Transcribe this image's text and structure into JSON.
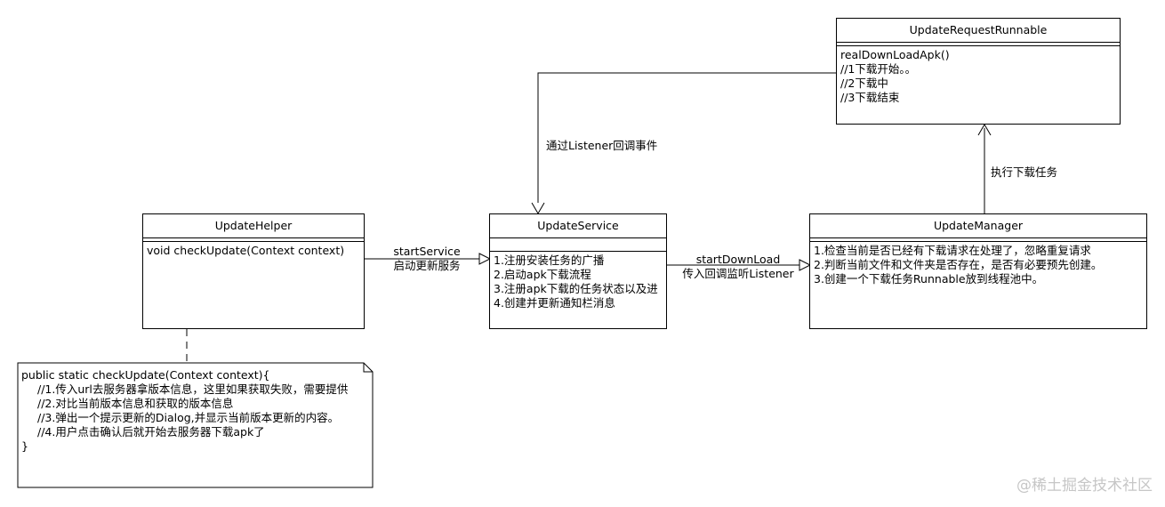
{
  "classes": {
    "update_helper": {
      "name": "UpdateHelper",
      "methods": [
        "void checkUpdate(Context context)"
      ]
    },
    "update_service": {
      "name": "UpdateService",
      "methods": [
        "1.注册安装任务的广播",
        "2.启动apk下载流程",
        "3.注册apk下载的任务状态以及进",
        "4.创建并更新通知栏消息"
      ]
    },
    "update_manager": {
      "name": "UpdateManager",
      "methods": [
        "1.检查当前是否已经有下载请求在处理了，忽略重复请求",
        "2.判断当前文件和文件夹是否存在，是否有必要预先创建。",
        "3.创建一个下载任务Runnable放到线程池中。"
      ]
    },
    "update_request_runnable": {
      "name": "UpdateRequestRunnable",
      "methods": [
        "realDownLoadApk()",
        "//1下载开始。。",
        "//2下载中",
        "//3下载结束"
      ]
    }
  },
  "edges": {
    "helper_to_service": {
      "label1": "startService",
      "label2": "启动更新服务"
    },
    "service_to_manager": {
      "label1": "startDownLoad",
      "label2": "传入回调监听Listener"
    },
    "manager_to_runnable": {
      "label": "执行下载任务"
    },
    "runnable_to_service": {
      "label": "通过Listener回调事件"
    }
  },
  "note": {
    "header": "public static checkUpdate(Context context){",
    "lines": [
      "//1.传入url去服务器拿版本信息，这里如果获取失败，需要提供",
      "//2.对比当前版本信息和获取的版本信息",
      "//3.弹出一个提示更新的Dialog,并显示当前版本更新的内容。",
      "//4.用户点击确认后就开始去服务器下载apk了"
    ],
    "footer": "}"
  },
  "watermark": "@稀土掘金技术社区"
}
